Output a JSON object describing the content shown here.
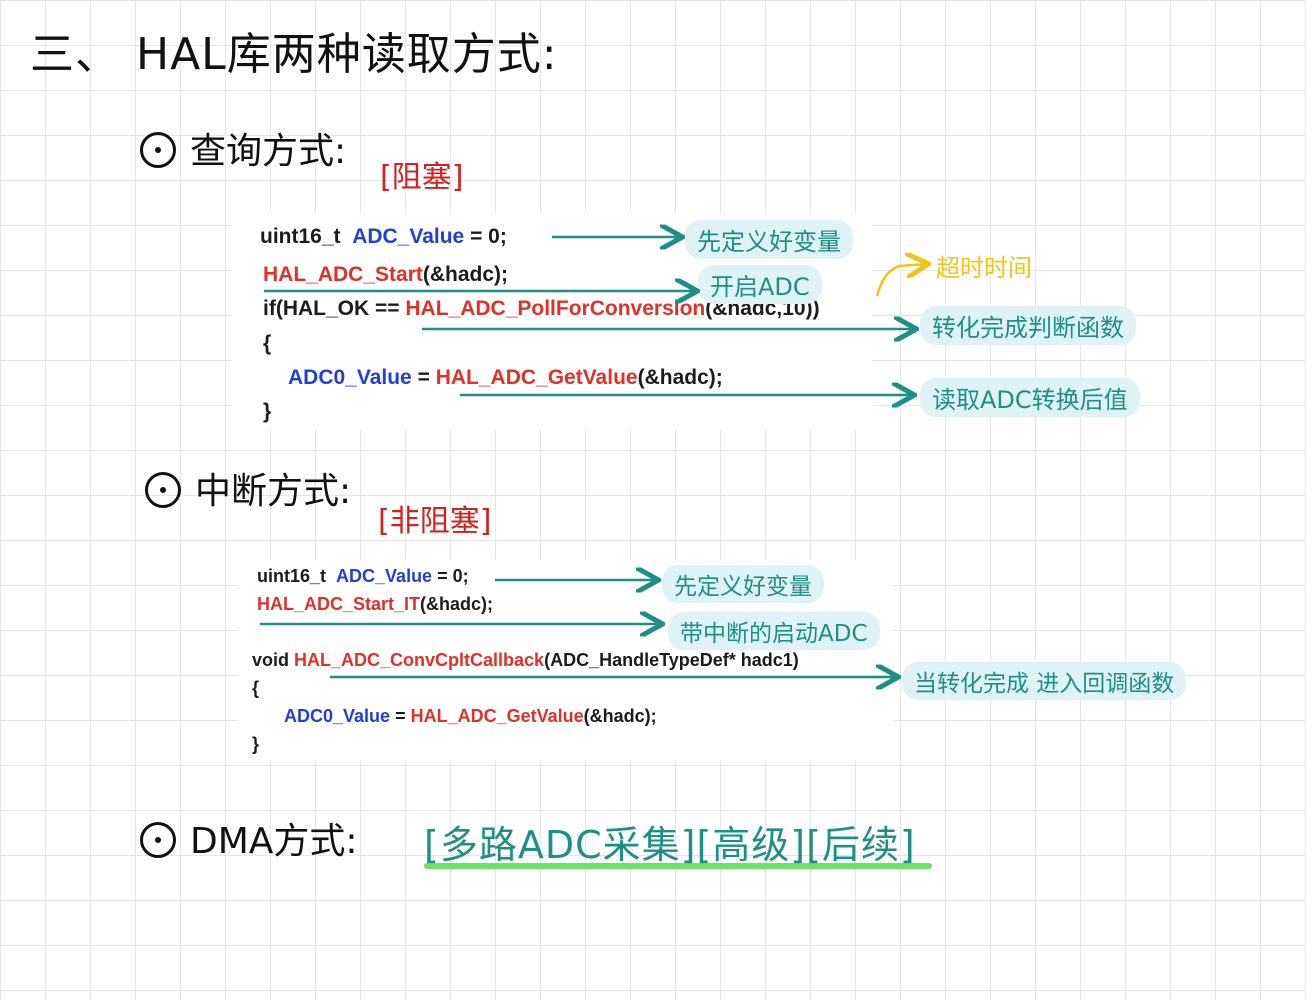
{
  "title": {
    "number": "三、",
    "text": "HAL库两种读取方式:"
  },
  "polling": {
    "heading": "查询方式:",
    "tag": "[阻塞]",
    "code": {
      "line1_type": "uint16_t",
      "line1_var": "ADC_Value",
      "line1_rest": "= 0;",
      "line2_func": "HAL_ADC_Start",
      "line2_rest": "(&hadc);",
      "line3_pre": "if(HAL_OK ==",
      "line3_func": "HAL_ADC_PollForConversion",
      "line3_rest": "(&hadc,10))",
      "line4": "{",
      "line5_var": "ADC0_Value",
      "line5_eq": "=",
      "line5_func": "HAL_ADC_GetValue",
      "line5_rest": "(&hadc);",
      "line6": "}"
    },
    "notes": {
      "define_var": "先定义好变量",
      "start_adc": "开启ADC",
      "timeout": "超时时间",
      "check_done": "转化完成判断函数",
      "read_value": "读取ADC转换后值"
    }
  },
  "interrupt": {
    "heading": "中断方式:",
    "tag": "[非阻塞]",
    "code": {
      "line1_type": "uint16_t",
      "line1_var": "ADC_Value",
      "line1_rest": "= 0;",
      "line2_func": "HAL_ADC_Start_IT",
      "line2_rest": "(&hadc);",
      "line3_pre": "void",
      "line3_func": "HAL_ADC_ConvCpltCallback",
      "line3_rest": "(ADC_HandleTypeDef* hadc1)",
      "line4": "{",
      "line5_var": "ADC0_Value",
      "line5_eq": "=",
      "line5_func": "HAL_ADC_GetValue",
      "line5_rest": "(&hadc);",
      "line6": "}"
    },
    "notes": {
      "define_var": "先定义好变量",
      "start_it": "带中断的启动ADC",
      "callback": "当转化完成 进入回调函数"
    }
  },
  "dma": {
    "heading": "DMA方式:",
    "tags": "[多路ADC采集][高级][后续]"
  },
  "colors": {
    "note_text": "#1d8f86",
    "note_bg": "#dff3f7",
    "code_blue": "#1f3fd8",
    "code_red": "#e0302a",
    "tag_red": "#d32020",
    "highlight_green": "#6ee06a",
    "timeout_yellow": "#f0c419"
  }
}
